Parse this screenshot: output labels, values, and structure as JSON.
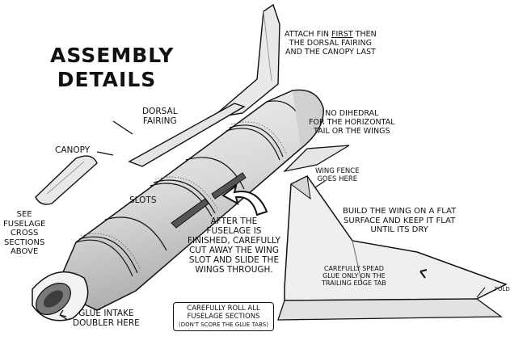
{
  "title": [
    "ASSEMBLY",
    "DETAILS"
  ],
  "labels": {
    "attach_fin": [
      "ATTACH FIN FIRST THEN",
      "THE DORSAL FAIRING",
      "AND THE CANOPY LAST"
    ],
    "attach_fin_emphasis": "FIRST",
    "dorsal_fairing": [
      "DORSAL",
      "FAIRING"
    ],
    "canopy": "CANOPY",
    "no_dihedral": [
      "NO DIHEDRAL",
      "FOR THE HORIZONTAL",
      "TAIL OR THE WINGS"
    ],
    "wing_fence": [
      "WING FENCE",
      "GOES HERE"
    ],
    "slots": "SLOTS",
    "see_fuselage": [
      "SEE",
      "FUSELAGE",
      "CROSS",
      "SECTIONS",
      "ABOVE"
    ],
    "after_fuselage": [
      "AFTER THE",
      "FUSELAGE IS",
      "FINISHED, CAREFULLY",
      "CUT AWAY THE WING",
      "SLOT AND SLIDE THE",
      "WINGS THROUGH."
    ],
    "build_wing": [
      "BUILD THE WING ON A FLAT",
      "SURFACE AND KEEP IT FLAT",
      "UNTIL ITS DRY"
    ],
    "carefully_spread": [
      "CAREFULLY SPEAD",
      "GLUE ONLY ON THE",
      "TRAILING EDGE TAB"
    ],
    "fold": "FOLD",
    "glue_intake": [
      "GLUE INTAKE",
      "DOUBLER HERE"
    ],
    "carefully_roll": [
      "CAREFULLY ROLL ALL",
      "FUSELAGE SECTIONS"
    ],
    "dont_score": "(DON'T SCORE THE GLUE TABS)"
  },
  "colors": {
    "ink": "#111111",
    "paper": "#ffffff",
    "part_fill": "#ececec",
    "shade": "#bdbdbd"
  }
}
